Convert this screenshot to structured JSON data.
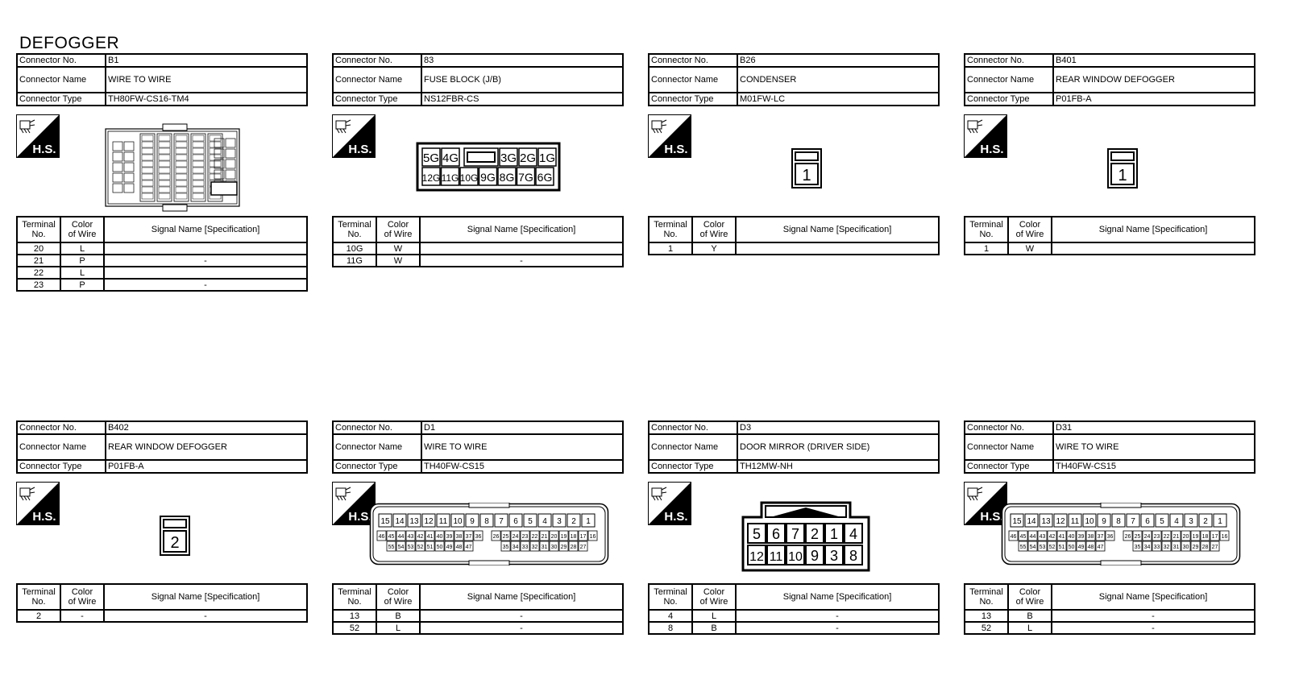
{
  "page_title": "DEFOGGER",
  "labels": {
    "connector_no": "Connector No.",
    "connector_name": "Connector Name",
    "connector_type": "Connector Type",
    "hs_badge": "H.S.",
    "col_terminal_line1": "Terminal",
    "col_terminal_line2": "No.",
    "col_color_line1": "Color",
    "col_color_line2": "of Wire",
    "col_signal": "Signal Name [Specification]"
  },
  "connectors": [
    {
      "no": "B1",
      "name": "WIRE TO WIRE",
      "type": "TH80FW-CS16-TM4",
      "rows": [
        [
          "20",
          "L",
          ""
        ],
        [
          "21",
          "P",
          "-"
        ],
        [
          "22",
          "L",
          ""
        ],
        [
          "23",
          "P",
          "-"
        ]
      ]
    },
    {
      "no": "83",
      "name": "FUSE BLOCK (J/B)",
      "type": "NS12FBR-CS",
      "pins_top": [
        "5G",
        "4G",
        "",
        "3G",
        "2G",
        "1G"
      ],
      "pins_bottom": [
        "12G",
        "11G",
        "10G",
        "9G",
        "8G",
        "7G",
        "6G"
      ],
      "rows": [
        [
          "10G",
          "W",
          ""
        ],
        [
          "11G",
          "W",
          "-"
        ]
      ]
    },
    {
      "no": "B26",
      "name": "CONDENSER",
      "type": "M01FW-LC",
      "pin": "1",
      "rows": [
        [
          "1",
          "Y",
          ""
        ]
      ]
    },
    {
      "no": "B401",
      "name": "REAR WINDOW DEFOGGER",
      "type": "P01FB-A",
      "pin": "1",
      "rows": [
        [
          "1",
          "W",
          ""
        ]
      ]
    },
    {
      "no": "B402",
      "name": "REAR WINDOW DEFOGGER",
      "type": "P01FB-A",
      "pin": "2",
      "rows": [
        [
          "2",
          "-",
          "-"
        ]
      ]
    },
    {
      "no": "D1",
      "name": "WIRE TO WIRE",
      "type": "TH40FW-CS15",
      "pins_row1": [
        "15",
        "14",
        "13",
        "12",
        "11",
        "10",
        "9",
        "8",
        "7",
        "6",
        "5",
        "4",
        "3",
        "2",
        "1"
      ],
      "pins_row2": [
        "46",
        "45",
        "44",
        "43",
        "42",
        "41",
        "40",
        "39",
        "38",
        "37",
        "36",
        "26",
        "25",
        "24",
        "23",
        "22",
        "21",
        "20",
        "19",
        "18",
        "17",
        "16"
      ],
      "pins_row3": [
        "55",
        "54",
        "53",
        "52",
        "51",
        "50",
        "49",
        "48",
        "47",
        "35",
        "34",
        "33",
        "32",
        "31",
        "30",
        "29",
        "28",
        "27"
      ],
      "rows": [
        [
          "13",
          "B",
          "-"
        ],
        [
          "52",
          "L",
          "-"
        ]
      ]
    },
    {
      "no": "D3",
      "name": "DOOR MIRROR (DRIVER SIDE)",
      "type": "TH12MW-NH",
      "pins_top": [
        "5",
        "6",
        "7",
        "2",
        "1",
        "4"
      ],
      "pins_bottom": [
        "12",
        "11",
        "10",
        "9",
        "3",
        "8"
      ],
      "rows": [
        [
          "4",
          "L",
          "-"
        ],
        [
          "8",
          "B",
          "-"
        ]
      ]
    },
    {
      "no": "D31",
      "name": "WIRE TO WIRE",
      "type": "TH40FW-CS15",
      "pins_row1": [
        "15",
        "14",
        "13",
        "12",
        "11",
        "10",
        "9",
        "8",
        "7",
        "6",
        "5",
        "4",
        "3",
        "2",
        "1"
      ],
      "pins_row2": [
        "46",
        "45",
        "44",
        "43",
        "42",
        "41",
        "40",
        "39",
        "38",
        "37",
        "36",
        "26",
        "25",
        "24",
        "23",
        "22",
        "21",
        "20",
        "19",
        "18",
        "17",
        "16"
      ],
      "pins_row3": [
        "55",
        "54",
        "53",
        "52",
        "51",
        "50",
        "49",
        "48",
        "47",
        "35",
        "34",
        "33",
        "32",
        "31",
        "30",
        "29",
        "28",
        "27"
      ],
      "rows": [
        [
          "13",
          "B",
          "-"
        ],
        [
          "52",
          "L",
          "-"
        ]
      ]
    }
  ]
}
